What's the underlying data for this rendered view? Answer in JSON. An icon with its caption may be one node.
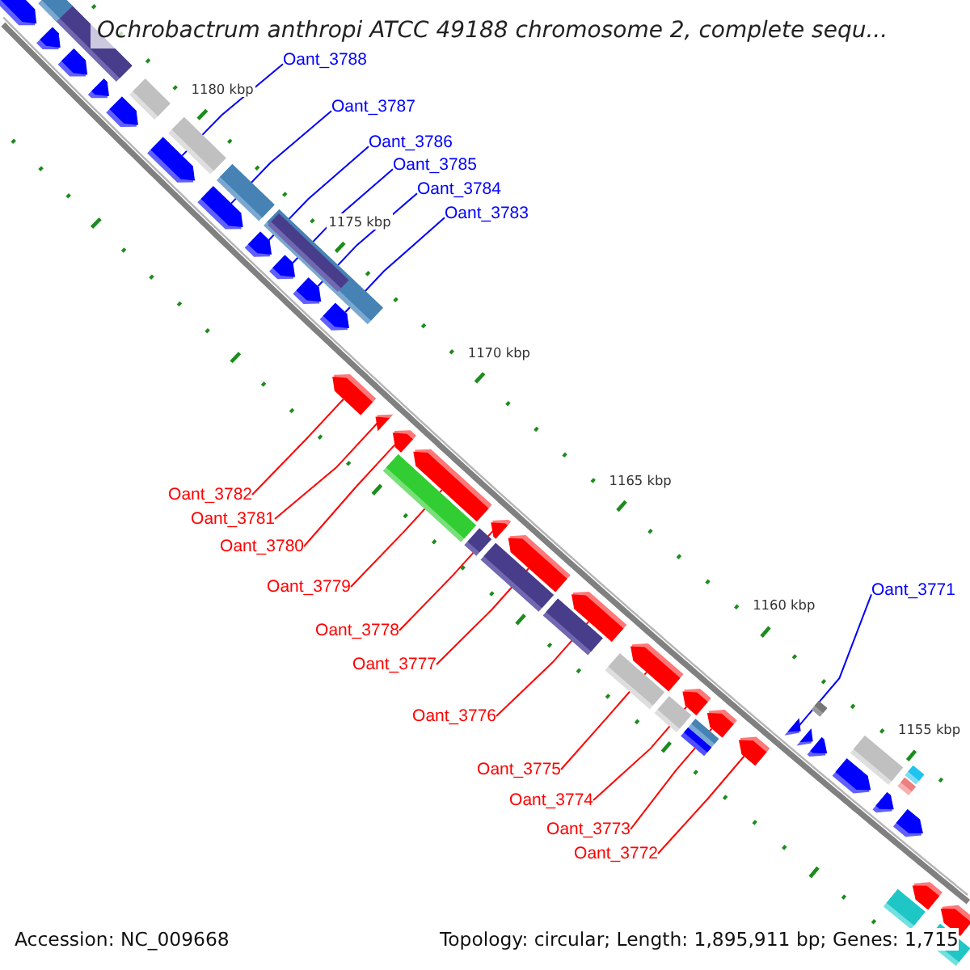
{
  "diagram": {
    "title": "Ochrobactrum anthropi ATCC 49188 chromosome 2, complete sequ...",
    "nodes": [
      {
        "text": [
          "Oant_3788"
        ]
      },
      {
        "text": [
          "Oant_3787"
        ]
      },
      {
        "text": [
          "Oant_3786"
        ]
      },
      {
        "text": [
          "Oant_3785"
        ]
      },
      {
        "text": [
          "Oant_3784"
        ]
      },
      {
        "text": [
          "Oant_3783"
        ]
      },
      {
        "text": [
          "Oant_3782"
        ]
      },
      {
        "text": [
          "Oant_3781"
        ]
      },
      {
        "text": [
          "Oant_3780"
        ]
      },
      {
        "text": [
          "Oant_3779"
        ]
      },
      {
        "text": [
          "Oant_3778"
        ]
      },
      {
        "text": [
          "Oant_3777"
        ]
      },
      {
        "text": [
          "Oant_3776"
        ]
      },
      {
        "text": [
          "Oant_3775"
        ]
      },
      {
        "text": [
          "Oant_3774"
        ]
      },
      {
        "text": [
          "Oant_3773"
        ]
      },
      {
        "text": [
          "Oant_3772"
        ]
      },
      {
        "text": [
          "Oant_3771"
        ]
      },
      {
        "text": [],
        "shape": "arrow"
      },
      {
        "text": [],
        "shape": "arrow"
      },
      {
        "text": [],
        "shape": "arrow"
      },
      {
        "text": [],
        "shape": "arrow"
      },
      {
        "text": [],
        "shape": "arrow"
      },
      {
        "text": [],
        "shape": "arrow"
      },
      {
        "text": [],
        "shape": "arrow"
      },
      {
        "text": [],
        "shape": "arrow"
      },
      {
        "text": [],
        "shape": "arrow"
      },
      {
        "text": [],
        "shape": "arrow"
      },
      {
        "text": [],
        "shape": "arrow"
      },
      {
        "text": [],
        "shape": "arrow"
      },
      {
        "text": [],
        "shape": "arrow"
      },
      {
        "text": [],
        "shape": "arrow"
      },
      {
        "text": [],
        "shape": "arrow"
      },
      {
        "text": [],
        "shape": "arrow"
      },
      {
        "text": [],
        "shape": "arrow"
      },
      {
        "text": [],
        "shape": "arrow"
      },
      {
        "text": [],
        "shape": "arrow"
      },
      {
        "text": [],
        "shape": "arrow"
      },
      {
        "text": [],
        "shape": "arrow"
      },
      {
        "text": [],
        "shape": "arrow"
      },
      {
        "text": [],
        "shape": "arrow"
      },
      {
        "text": [],
        "shape": "arrow"
      },
      {
        "text": [],
        "shape": "arrow"
      },
      {
        "text": [],
        "shape": "arrow"
      },
      {
        "text": [],
        "shape": "arrow"
      },
      {
        "text": [],
        "shape": "arrow"
      },
      {
        "text": [],
        "shape": "arrow"
      },
      {
        "text": [],
        "shape": "arrow"
      }
    ],
    "edges": [
      {
        "from": 0,
        "to": 23,
        "arrow": "none",
        "color": "#0000ff"
      },
      {
        "from": 1,
        "to": 24,
        "arrow": "none",
        "color": "#0000ff"
      },
      {
        "from": 2,
        "to": 25,
        "arrow": "none",
        "color": "#0000ff"
      },
      {
        "from": 3,
        "to": 26,
        "arrow": "none",
        "color": "#0000ff"
      },
      {
        "from": 4,
        "to": 27,
        "arrow": "none",
        "color": "#0000ff"
      },
      {
        "from": 5,
        "to": 28,
        "arrow": "none",
        "color": "#0000ff"
      },
      {
        "from": 6,
        "to": 29,
        "arrow": "none"
      },
      {
        "from": 7,
        "to": 30,
        "arrow": "none"
      },
      {
        "from": 8,
        "to": 31,
        "arrow": "none"
      },
      {
        "from": 9,
        "to": 32,
        "arrow": "none"
      },
      {
        "from": 10,
        "to": 33,
        "arrow": "none"
      },
      {
        "from": 11,
        "to": 34,
        "arrow": "none"
      },
      {
        "from": 12,
        "to": 35,
        "arrow": "none"
      },
      {
        "from": 13,
        "to": 36,
        "arrow": "none"
      },
      {
        "from": 14,
        "to": 37,
        "arrow": "none"
      },
      {
        "from": 15,
        "to": 38,
        "arrow": "none"
      },
      {
        "from": 16,
        "to": 39,
        "arrow": "none"
      },
      {
        "from": 17,
        "to": 40,
        "arrow": "none",
        "color": "#0000ff"
      }
    ],
    "labels": [
      "1180 kbp",
      "1175 kbp",
      "1170 kbp",
      "1165 kbp",
      "1160 kbp",
      "1155 kbp",
      "Accession: NC_009668",
      "Topology: circular; Length: 1,895,911 bp; Genes: 1,715"
    ]
  }
}
